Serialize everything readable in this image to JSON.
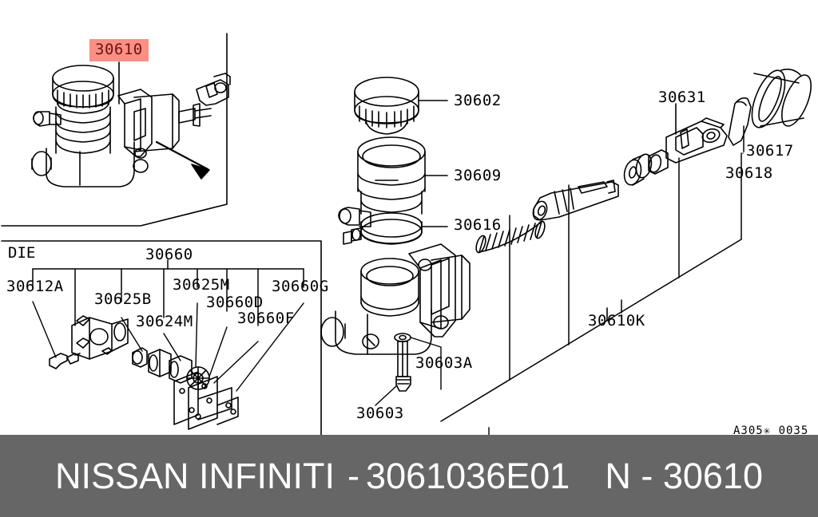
{
  "document": {
    "type": "automotive-parts-exploded-diagram",
    "drawing_code": "A305✳ 0035"
  },
  "inset_panel": {
    "name": "assembled-master-cylinder-inset",
    "highlighted_label": "30610"
  },
  "die_panel": {
    "title": "DIE",
    "group_label": "30660",
    "labels": [
      {
        "id": "30612A",
        "text": "30612A"
      },
      {
        "id": "30625B",
        "text": "30625B"
      },
      {
        "id": "30624M",
        "text": "30624M"
      },
      {
        "id": "30625M",
        "text": "30625M"
      },
      {
        "id": "30660D",
        "text": "30660D"
      },
      {
        "id": "30660F",
        "text": "30660F"
      },
      {
        "id": "30660G",
        "text": "30660G"
      }
    ]
  },
  "exploded_labels": [
    {
      "id": "30602",
      "text": "30602"
    },
    {
      "id": "30609",
      "text": "30609"
    },
    {
      "id": "30616",
      "text": "30616"
    },
    {
      "id": "30631",
      "text": "30631"
    },
    {
      "id": "30617",
      "text": "30617"
    },
    {
      "id": "30618",
      "text": "30618"
    },
    {
      "id": "30610K",
      "text": "30610K"
    },
    {
      "id": "30603A",
      "text": "30603A"
    },
    {
      "id": "30603",
      "text": "30603"
    }
  ],
  "banner": {
    "brand": "NISSAN  INFINITI",
    "separator": "-",
    "part_number": "3061036E01",
    "group_prefix": "N",
    "group_separator": "-",
    "group_number": "30610",
    "background_color": "#666666",
    "text_color": "#ffffff"
  },
  "colors": {
    "highlight_background": "#fb8e85",
    "highlight_text": "#6b1410",
    "line": "#000000",
    "paper": "#ffffff"
  }
}
